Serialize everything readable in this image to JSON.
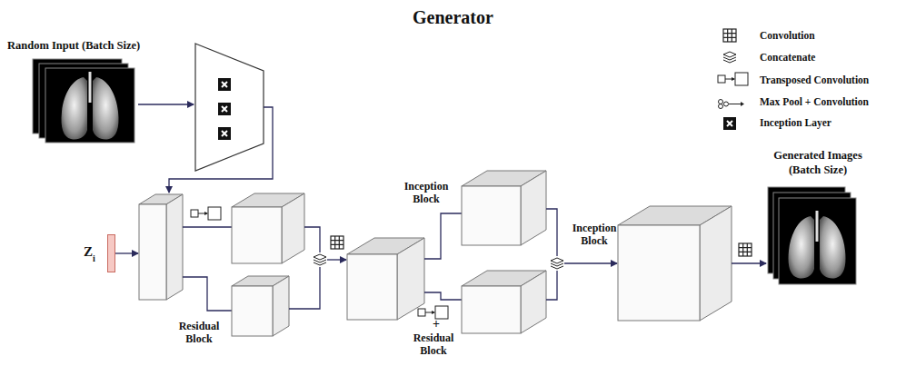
{
  "diagram": {
    "title": "Generator",
    "nodes": [
      {
        "text": [
          "Random Input (Batch Size)"
        ]
      },
      {
        "text": [
          "Z",
          "i"
        ]
      },
      {
        "text": [
          "Generated Images (Batch Size)"
        ]
      }
    ],
    "labels": [
      "Inception Block",
      "Residual Block",
      "+",
      "Residual Block",
      "Inception Block"
    ],
    "legend": [
      {
        "text": "Convolution"
      },
      {
        "text": "Concatenate"
      },
      {
        "text": "Transposed Convolution"
      },
      {
        "text": "Max Pool + Convolution"
      },
      {
        "text": "Inception Layer"
      }
    ]
  }
}
